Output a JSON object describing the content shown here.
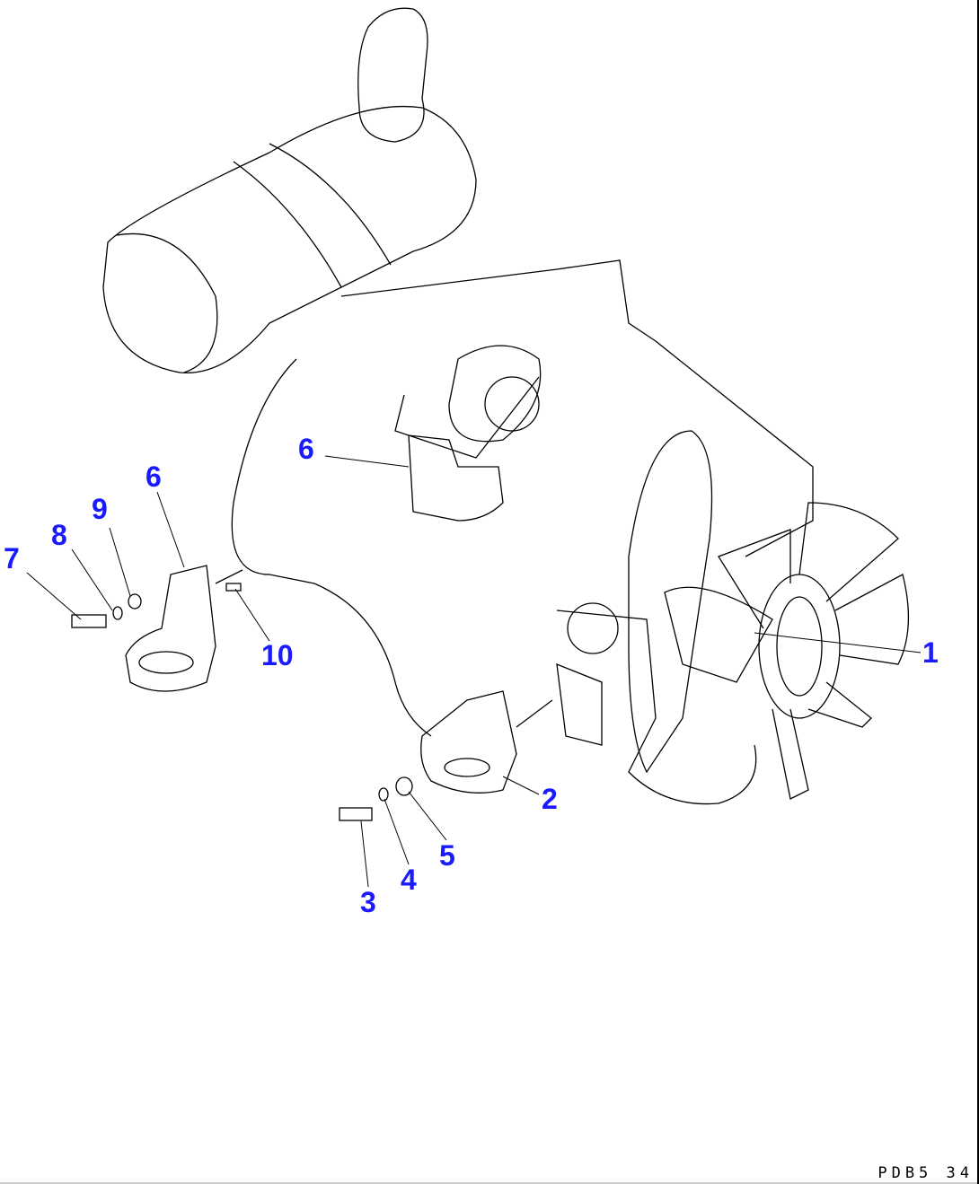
{
  "labels": {
    "l1": "1",
    "l2": "2",
    "l3": "3",
    "l4": "4",
    "l5": "5",
    "l6a": "6",
    "l6b": "6",
    "l7": "7",
    "l8": "8",
    "l9": "9",
    "l10": "10"
  },
  "drawing_code": "PDB5 34",
  "colors": {
    "label": "#1a1aff",
    "line": "#000000"
  }
}
